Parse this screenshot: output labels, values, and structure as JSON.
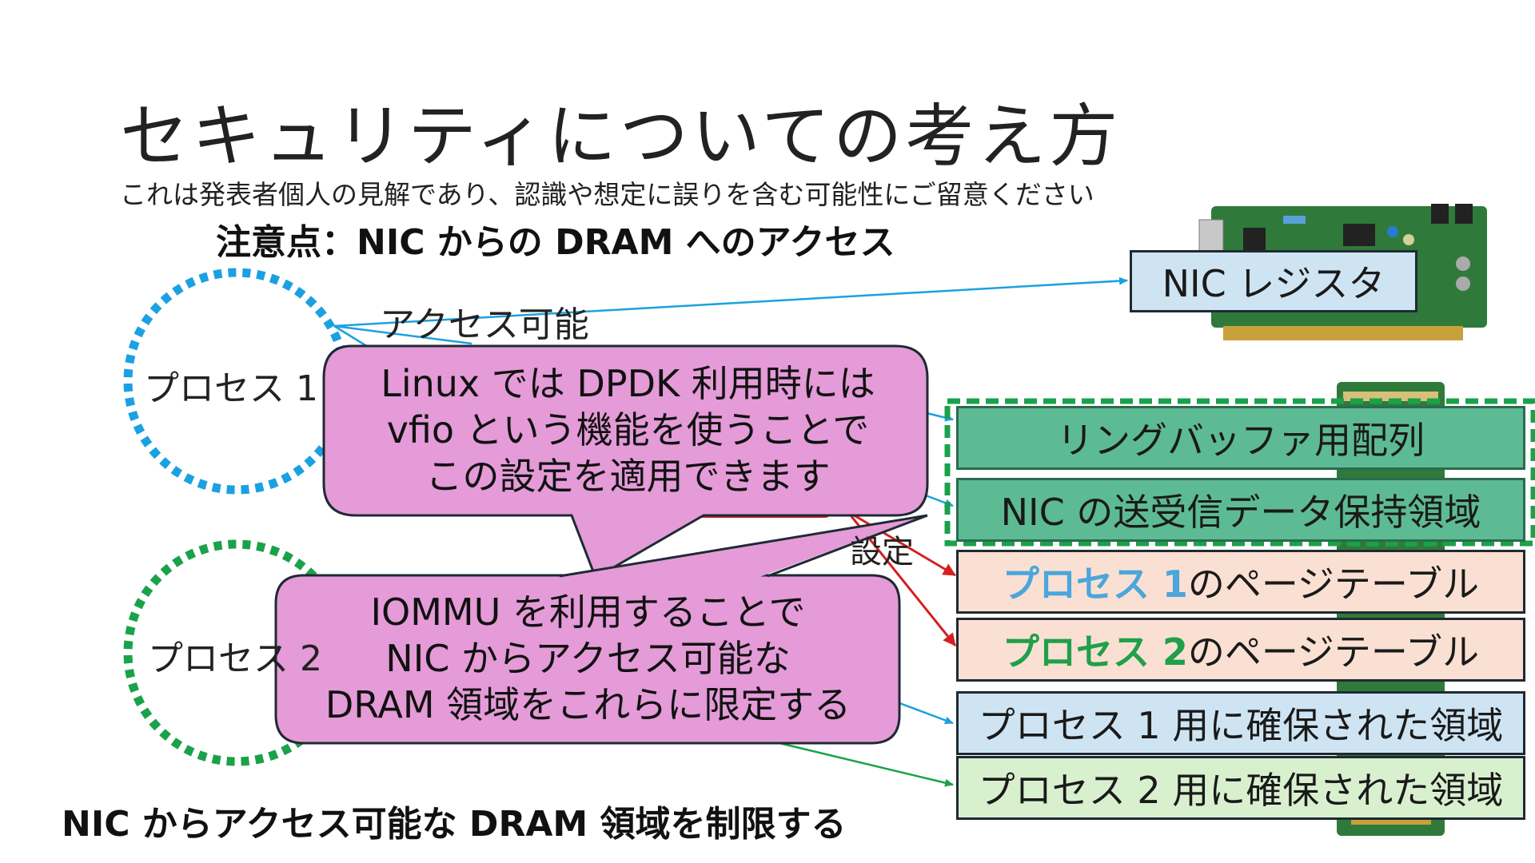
{
  "slide": {
    "title": "セキュリティについての考え方",
    "subtitle": "これは発表者個人の見解であり、認識や想定に誤りを含む可能性にご留意ください",
    "heading_caution": "注意点：NIC からの DRAM へのアクセス",
    "heading_bottom": "NIC からアクセス可能な DRAM 領域を制限する"
  },
  "processes": [
    {
      "label": "プロセス 1",
      "color": "#1ba1e2"
    },
    {
      "label": "プロセス 2",
      "color": "#1aa24a"
    }
  ],
  "labels": {
    "access": "アクセス可能",
    "setting": "設定"
  },
  "boxes": {
    "nic_register": "NIC レジスタ",
    "ring_buffer": "リングバッファ用配列",
    "nic_data": "NIC の送受信データ保持領域",
    "page_table_1": {
      "highlight": "プロセス 1",
      "rest": " のページテーブル"
    },
    "page_table_2": {
      "highlight": "プロセス 2",
      "rest": " のページテーブル"
    },
    "region_1": "プロセス 1 用に確保された領域",
    "region_2": "プロセス 2 用に確保された領域"
  },
  "callouts": {
    "vfio": [
      "Linux では DPDK 利用時には",
      "vfio という機能を使うことで",
      "この設定を適用できます"
    ],
    "iommu": [
      "IOMMU を利用することで",
      "NIC からアクセス可能な",
      "DRAM 領域をこれらに限定する"
    ]
  },
  "colors": {
    "blue_arrow": "#1ba1e2",
    "green_arrow": "#1aa24a",
    "red_arrow": "#d42020",
    "callout_fill": "#e49bd8",
    "shared_region_border": "#1aa24a"
  }
}
